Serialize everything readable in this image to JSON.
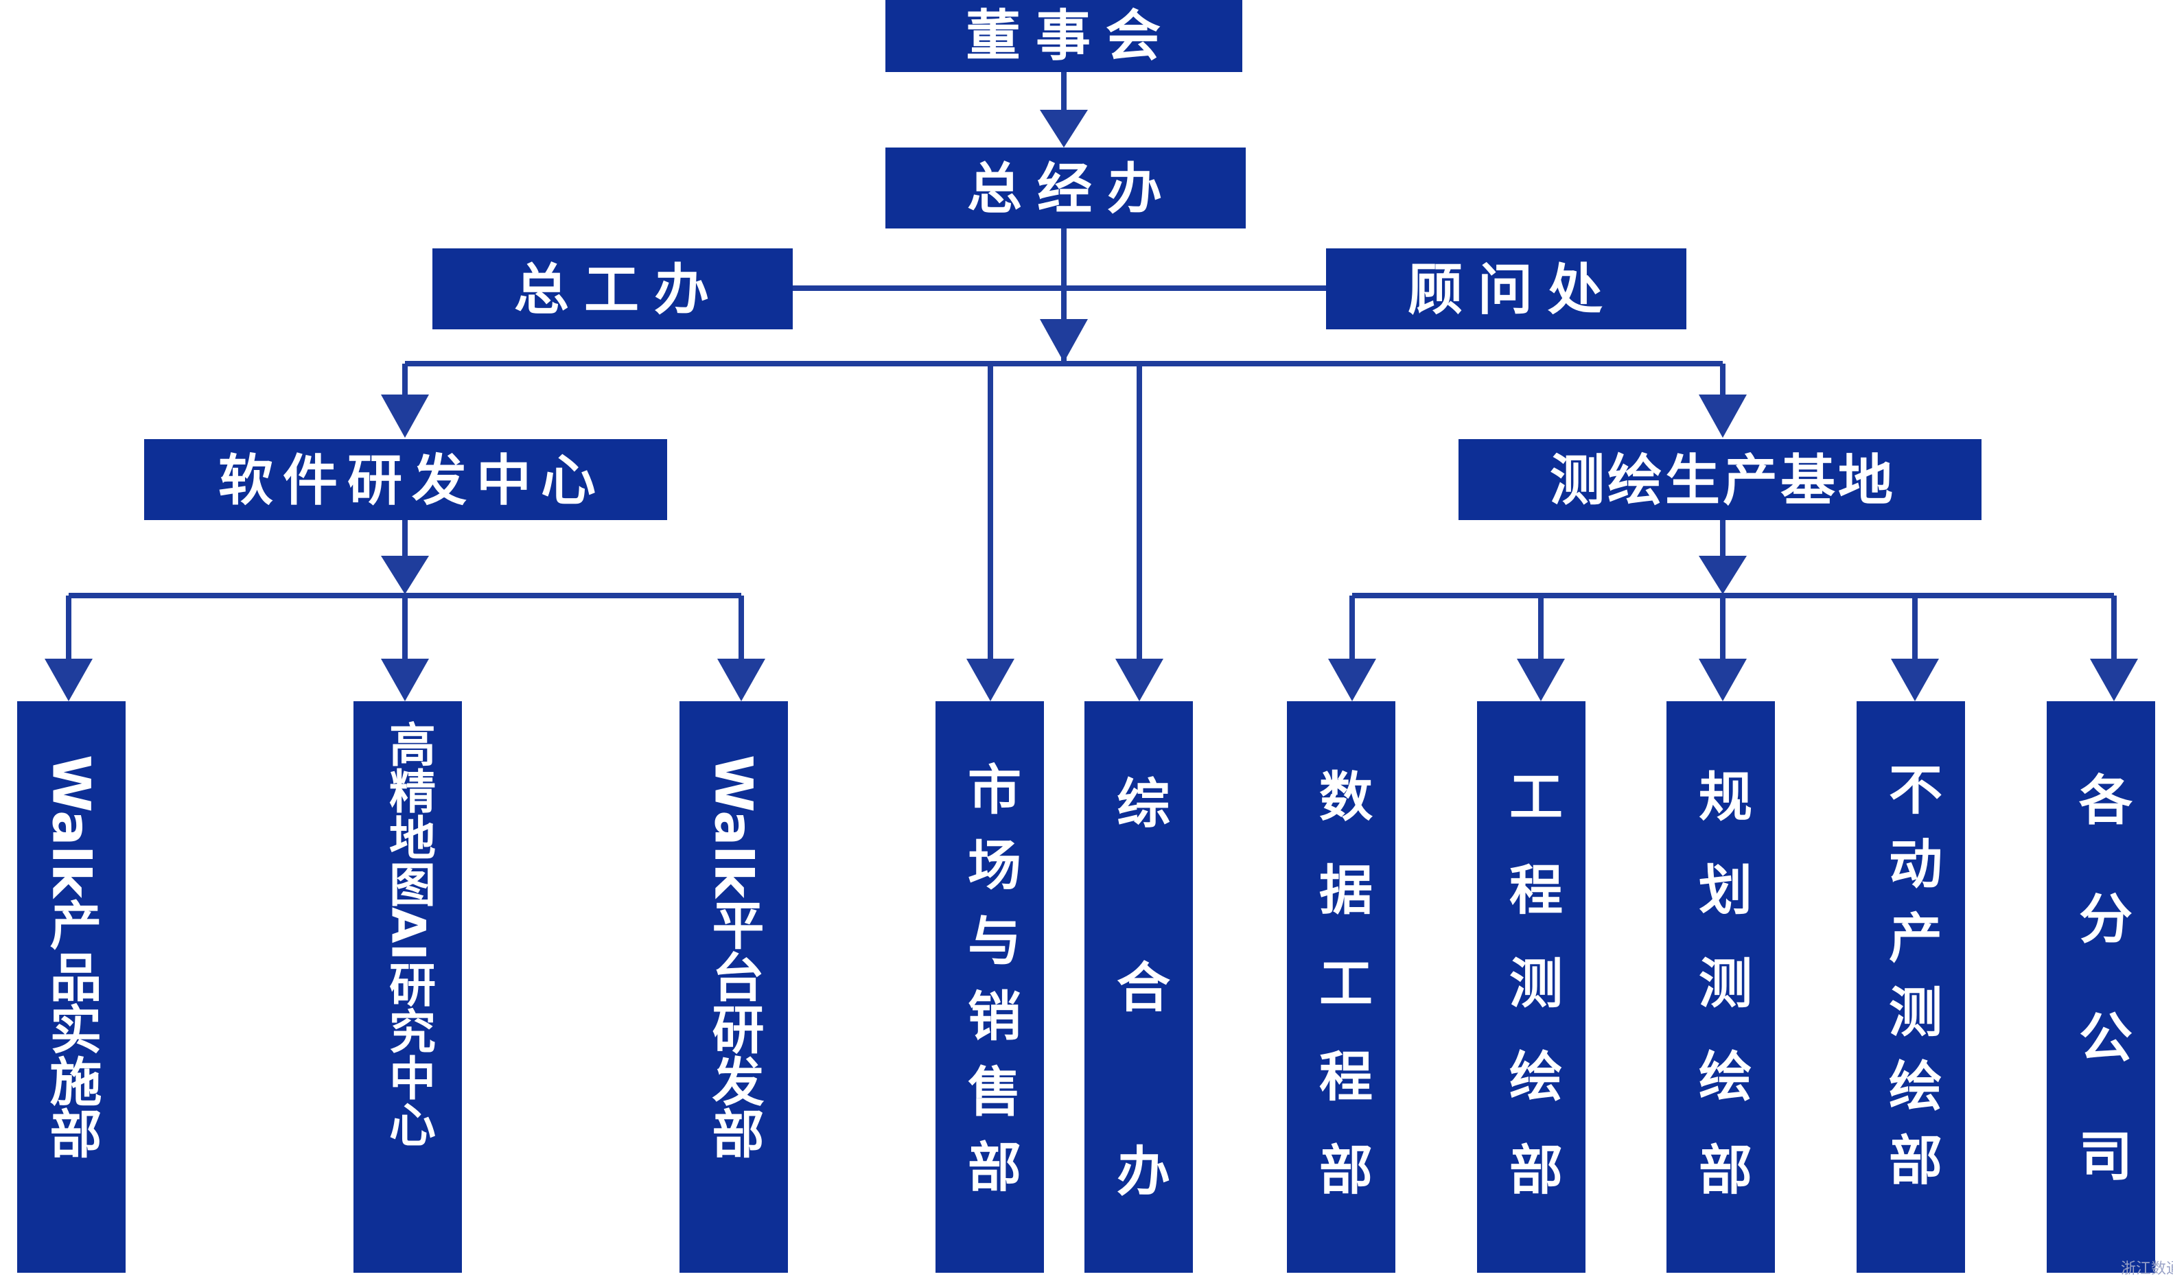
{
  "nodes": {
    "board": "董事会",
    "gm_office": "总经办",
    "chief_engineer_office": "总工办",
    "advisor_office": "顾问处",
    "software_center": "软件研发中心",
    "mapping_base": "测绘生产基地",
    "walk_product": "Walk产品实施部",
    "hd_map_ai": "高精地图AI研究中心",
    "walk_platform": "Walk平台研发部",
    "market_sales": "市场与销售部",
    "general_office": "综合办",
    "data_engineering": "数据工程部",
    "engineering_survey": "工程测绘部",
    "planning_survey": "规划测绘部",
    "realestate_survey": "不动产测绘部",
    "branches": "各分公司"
  },
  "watermark": "浙江数通",
  "colors": {
    "box": "#0d2f96",
    "line": "#1f3d9c",
    "text": "#ffffff"
  }
}
